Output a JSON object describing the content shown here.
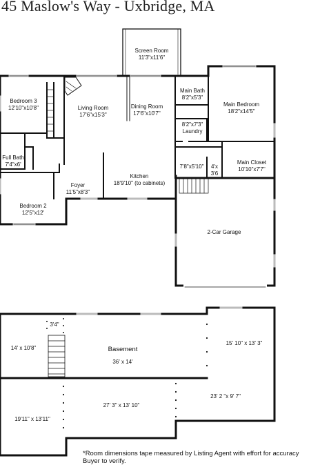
{
  "title": "45 Maslow's Way - Uxbridge, MA",
  "rooms": {
    "screen_room": {
      "name": "Screen Room",
      "dims": "11'3\"x11'6\""
    },
    "bedroom3": {
      "name": "Bedroom 3",
      "dims": "12'10\"x10'8\""
    },
    "living_room": {
      "name": "Living Room",
      "dims": "17'6\"x15'3\""
    },
    "dining_room": {
      "name": "Dining Room",
      "dims": "17'6\"x10'7\""
    },
    "main_bath": {
      "name": "Main Bath",
      "dims": "8'2\"x5'3\""
    },
    "main_bedroom": {
      "name": "Main Bedroom",
      "dims": "18'2\"x14'5\""
    },
    "laundry": {
      "name": "Laundry",
      "dims": "8'2\"x7'3\""
    },
    "full_bath": {
      "name": "Full Bath",
      "dims": "7'4\"x6'"
    },
    "main_closet": {
      "name": "Main Closet",
      "dims": "10'10\"x7'7\""
    },
    "hall_closet": {
      "dims": "7'8\"x5'10\""
    },
    "small_closet": {
      "dims": "4'x 3'6"
    },
    "kitchen": {
      "name": "Kitchen",
      "dims": "18'9'10\" (to cabinets)"
    },
    "foyer": {
      "name": "Foyer",
      "dims": "11'5\"x8'3\""
    },
    "bedroom2": {
      "name": "Bedroom 2",
      "dims": "12'5\"x12'"
    },
    "garage": {
      "name": "2-Car Garage"
    },
    "basement": {
      "name": "Basement",
      "dims": "36' x 14'"
    },
    "bsmt_left_top": {
      "dims": "14' x 10'8\""
    },
    "bsmt_stair": {
      "dims": "3'4\""
    },
    "bsmt_right_top": {
      "dims": "15' 10\" x 13' 3\""
    },
    "bsmt_left_bottom": {
      "dims": "19'11\" x 13'11\""
    },
    "bsmt_mid_bottom": {
      "dims": "27' 3\" x 13' 10\""
    },
    "bsmt_right_bottom": {
      "dims": "23' 2 \"x 9' 7\""
    }
  },
  "note": {
    "line1": "*Room dimensions tape measured by Listing Agent with effort for accuracy",
    "line2": "Buyer to verify."
  }
}
